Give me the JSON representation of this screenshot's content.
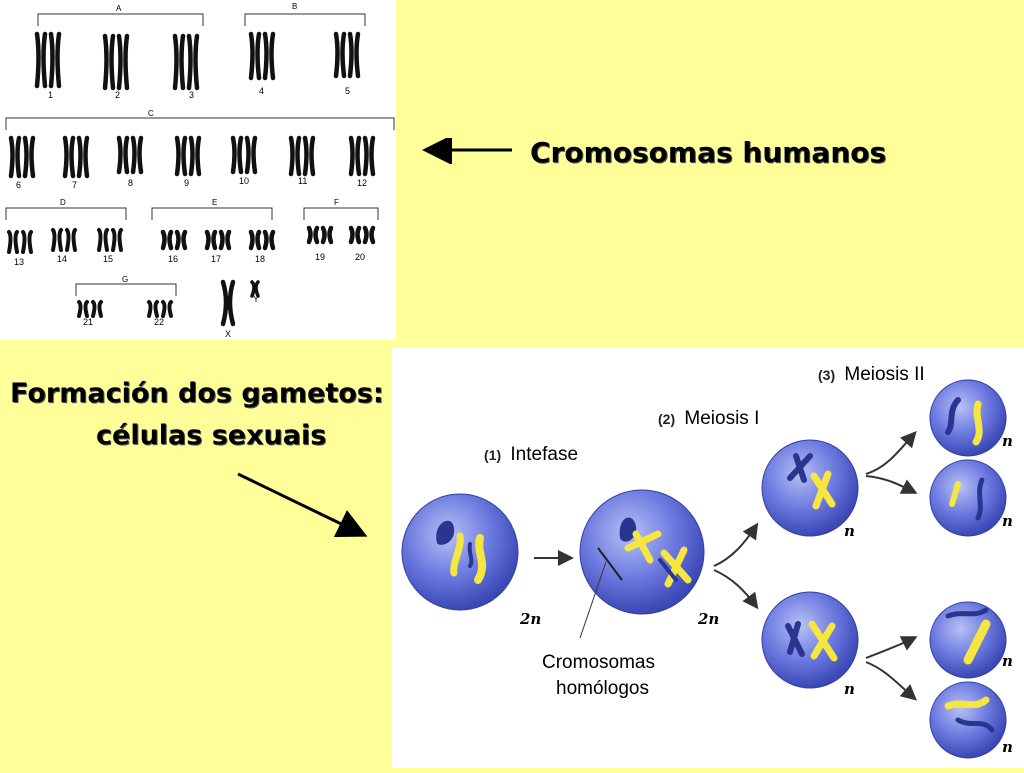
{
  "karyotype": {
    "groups": {
      "A": "A",
      "B": "B",
      "C": "C",
      "D": "D",
      "E": "E",
      "F": "F",
      "G": "G"
    },
    "numbers": [
      "1",
      "2",
      "3",
      "4",
      "5",
      "6",
      "7",
      "8",
      "9",
      "10",
      "11",
      "12",
      "13",
      "14",
      "15",
      "16",
      "17",
      "18",
      "19",
      "20",
      "21",
      "22"
    ],
    "sex": {
      "x": "X",
      "y": "Y"
    }
  },
  "labels": {
    "karyotype_caption": "Cromosomas humanos",
    "gametes_line1": "Formación dos gametos:",
    "gametes_line2": "células sexuais"
  },
  "meiosis": {
    "stage1_num": "(1)",
    "stage1": "Intefase",
    "stage2_num": "(2)",
    "stage2": "Meiosis I",
    "stage3_num": "(3)",
    "stage3": "Meiosis II",
    "ploidy_2n": "2n",
    "ploidy_n": "n",
    "homologous_line1": "Cromosomas",
    "homologous_line2": "homólogos"
  },
  "colors": {
    "background": "#ffff99",
    "cell_blue": "#5a6ad8",
    "chromosome_yellow": "#f5e640",
    "chromosome_dark": "#2a3590"
  }
}
